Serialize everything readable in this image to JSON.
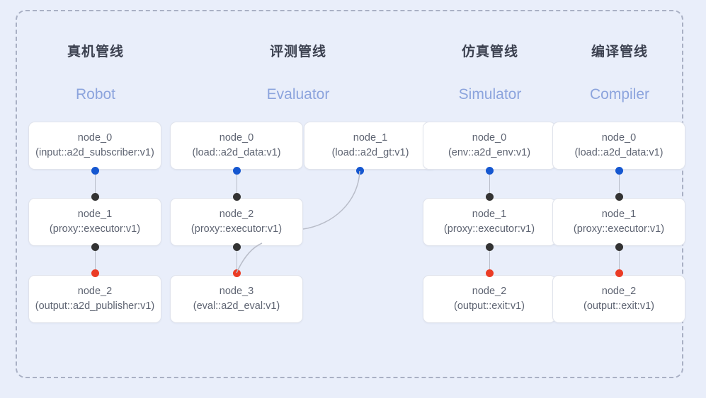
{
  "diagram": {
    "background_color": "#e9eefa",
    "frame_border_color": "#a9b0c4",
    "accent_title_color": "#8ca4dd",
    "dot_colors": {
      "input": "#1557d0",
      "internal": "#333333",
      "output": "#eb3c25"
    }
  },
  "columns": [
    {
      "id": "robot",
      "title_cn": "真机管线",
      "title_en": "Robot",
      "nodes": [
        {
          "name": "node_0",
          "kind": "(input::a2d_subscriber:v1)"
        },
        {
          "name": "node_1",
          "kind": "(proxy::executor:v1)"
        },
        {
          "name": "node_2",
          "kind": "(output::a2d_publisher:v1)"
        }
      ]
    },
    {
      "id": "evaluator",
      "title_cn": "评测管线",
      "title_en": "Evaluator",
      "nodes": [
        {
          "name": "node_0",
          "kind": "(load::a2d_data:v1)"
        },
        {
          "name": "node_2",
          "kind": "(proxy::executor:v1)"
        },
        {
          "name": "node_3",
          "kind": "(eval::a2d_eval:v1)"
        }
      ],
      "side_node": {
        "name": "node_1",
        "kind": "(load::a2d_gt:v1)"
      }
    },
    {
      "id": "simulator",
      "title_cn": "仿真管线",
      "title_en": "Simulator",
      "nodes": [
        {
          "name": "node_0",
          "kind": "(env::a2d_env:v1)"
        },
        {
          "name": "node_1",
          "kind": "(proxy::executor:v1)"
        },
        {
          "name": "node_2",
          "kind": "(output::exit:v1)"
        }
      ]
    },
    {
      "id": "compiler",
      "title_cn": "编译管线",
      "title_en": "Compiler",
      "nodes": [
        {
          "name": "node_0",
          "kind": "(load::a2d_data:v1)"
        },
        {
          "name": "node_1",
          "kind": "(proxy::executor:v1)"
        },
        {
          "name": "node_2",
          "kind": "(output::exit:v1)"
        }
      ]
    }
  ]
}
